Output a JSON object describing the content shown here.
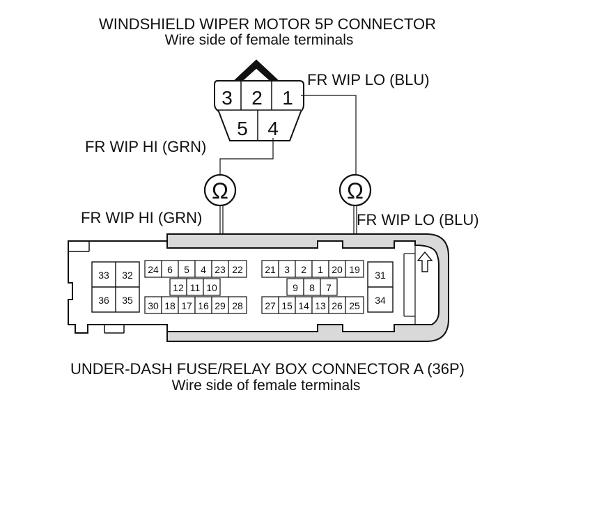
{
  "colors": {
    "ink": "#111111",
    "body_fill": "#d9d9d9",
    "background": "#ffffff"
  },
  "top_connector": {
    "title": "WINDSHIELD WIPER MOTOR 5P CONNECTOR",
    "subtitle": "Wire side of female terminals",
    "terminals_top_row": [
      "3",
      "2",
      "1"
    ],
    "terminals_bottom_row": [
      "5",
      "4"
    ]
  },
  "wires": {
    "lo_top": "FR WIP LO (BLU)",
    "hi_top": "FR WIP HI (GRN)",
    "hi_bottom": "FR WIP HI (GRN)",
    "lo_bottom": "FR WIP LO (BLU)"
  },
  "meters": {
    "symbol": "Ω",
    "icon": "ohmmeter-icon"
  },
  "bottom_connector": {
    "title": "UNDER-DASH FUSE/RELAY BOX CONNECTOR A (36P)",
    "subtitle": "Wire side of female terminals",
    "arrow_icon": "up-arrow-icon",
    "terminals": {
      "left_big": [
        "33",
        "32",
        "36",
        "35"
      ],
      "left_upper": [
        "24",
        "6",
        "5",
        "4",
        "23",
        "22"
      ],
      "left_middle": [
        "12",
        "11",
        "10"
      ],
      "left_lower": [
        "30",
        "18",
        "17",
        "16",
        "29",
        "28"
      ],
      "right_upper": [
        "21",
        "3",
        "2",
        "1",
        "20",
        "19"
      ],
      "right_middle": [
        "9",
        "8",
        "7"
      ],
      "right_lower": [
        "27",
        "15",
        "14",
        "13",
        "26",
        "25"
      ],
      "right_big": [
        "31",
        "34"
      ]
    }
  }
}
